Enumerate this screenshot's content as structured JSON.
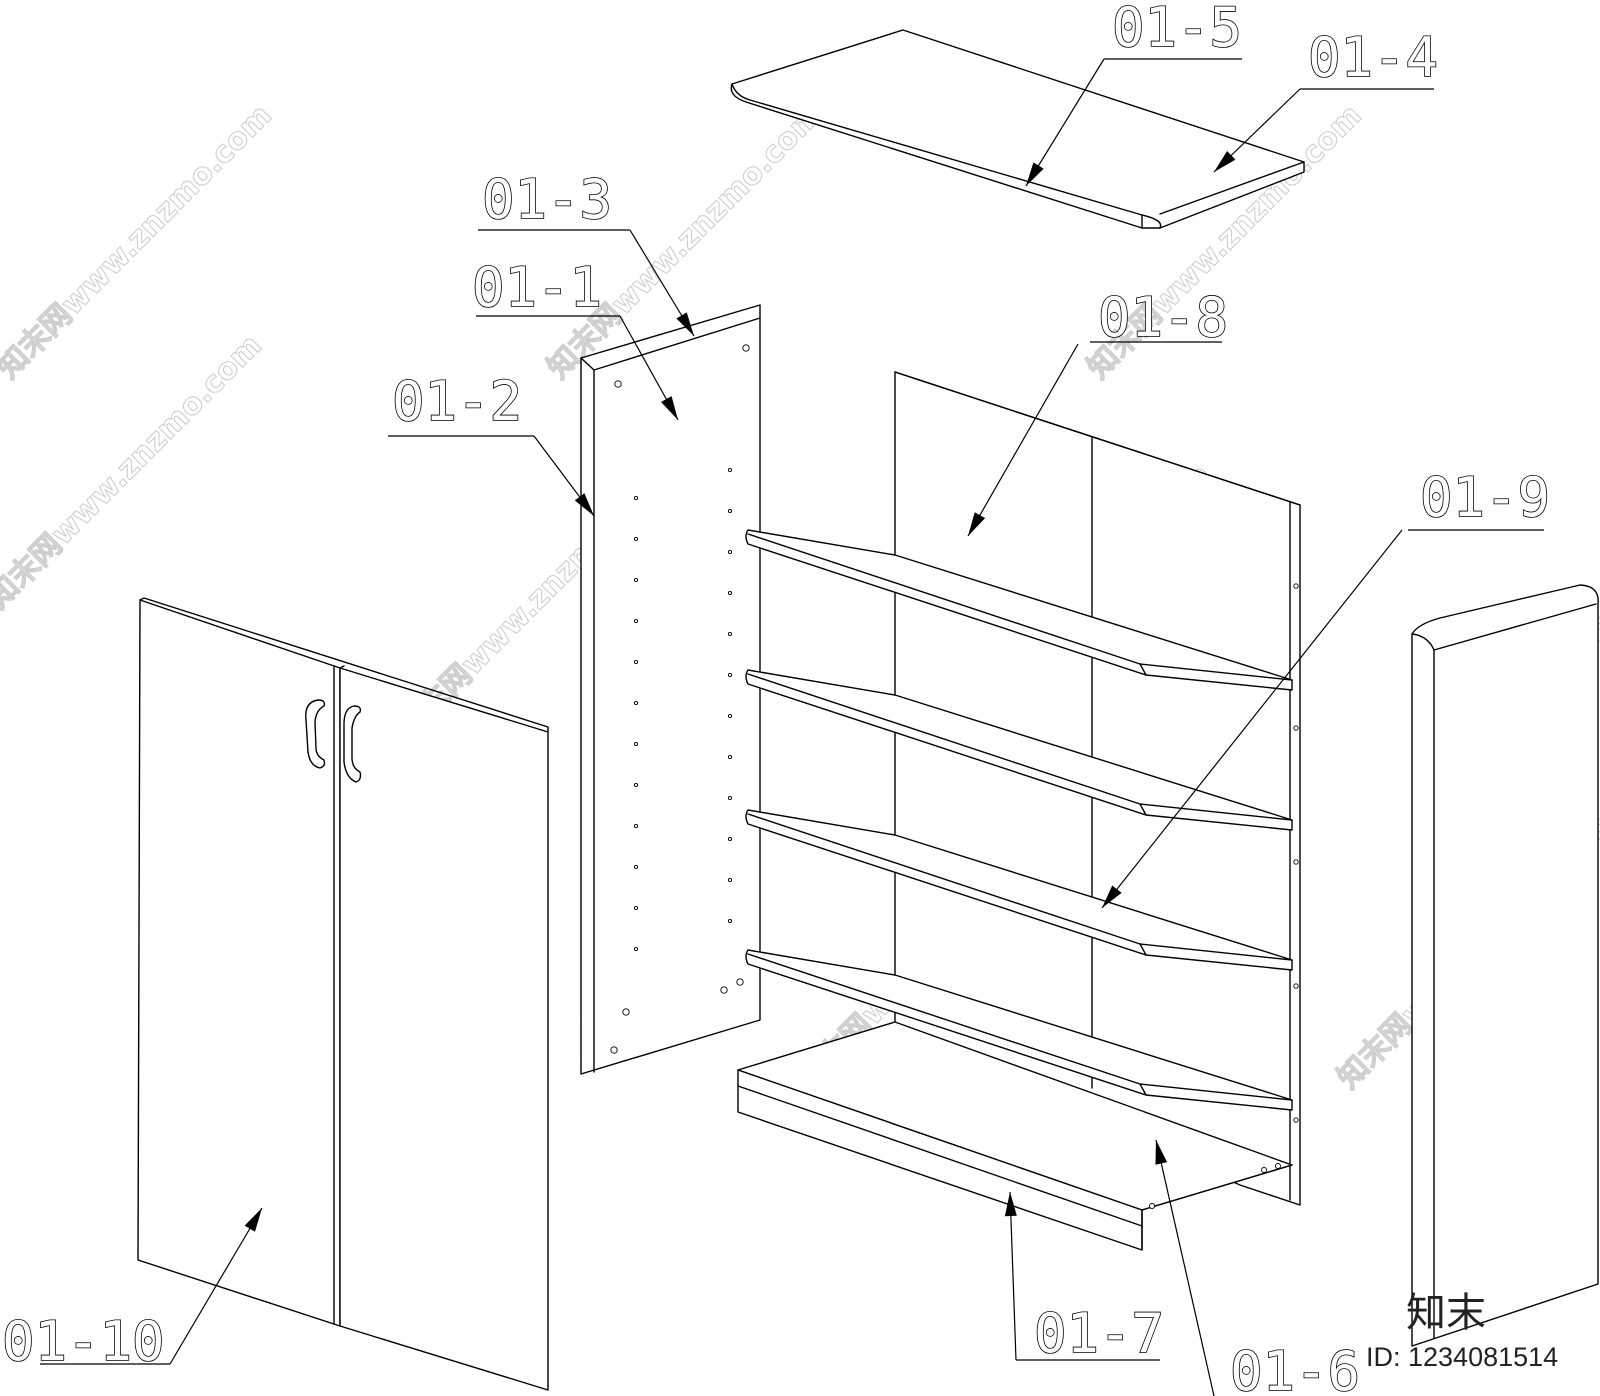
{
  "callouts": [
    {
      "id": "01-5",
      "label": "01-5"
    },
    {
      "id": "01-4",
      "label": "01-4"
    },
    {
      "id": "01-3",
      "label": "01-3"
    },
    {
      "id": "01-1",
      "label": "01-1"
    },
    {
      "id": "01-2",
      "label": "01-2"
    },
    {
      "id": "01-8",
      "label": "01-8"
    },
    {
      "id": "01-9",
      "label": "01-9"
    },
    {
      "id": "01-10",
      "label": "01-10"
    },
    {
      "id": "01-7",
      "label": "01-7"
    },
    {
      "id": "01-6",
      "label": "01-6"
    }
  ],
  "watermark": {
    "text": "知末网www.znzmo.com"
  },
  "brand": {
    "name": "知末",
    "id_label": "ID: 1234081514"
  },
  "colors": {
    "line": "#000000",
    "background": "#ffffff",
    "watermark": "#cfcfcf"
  }
}
